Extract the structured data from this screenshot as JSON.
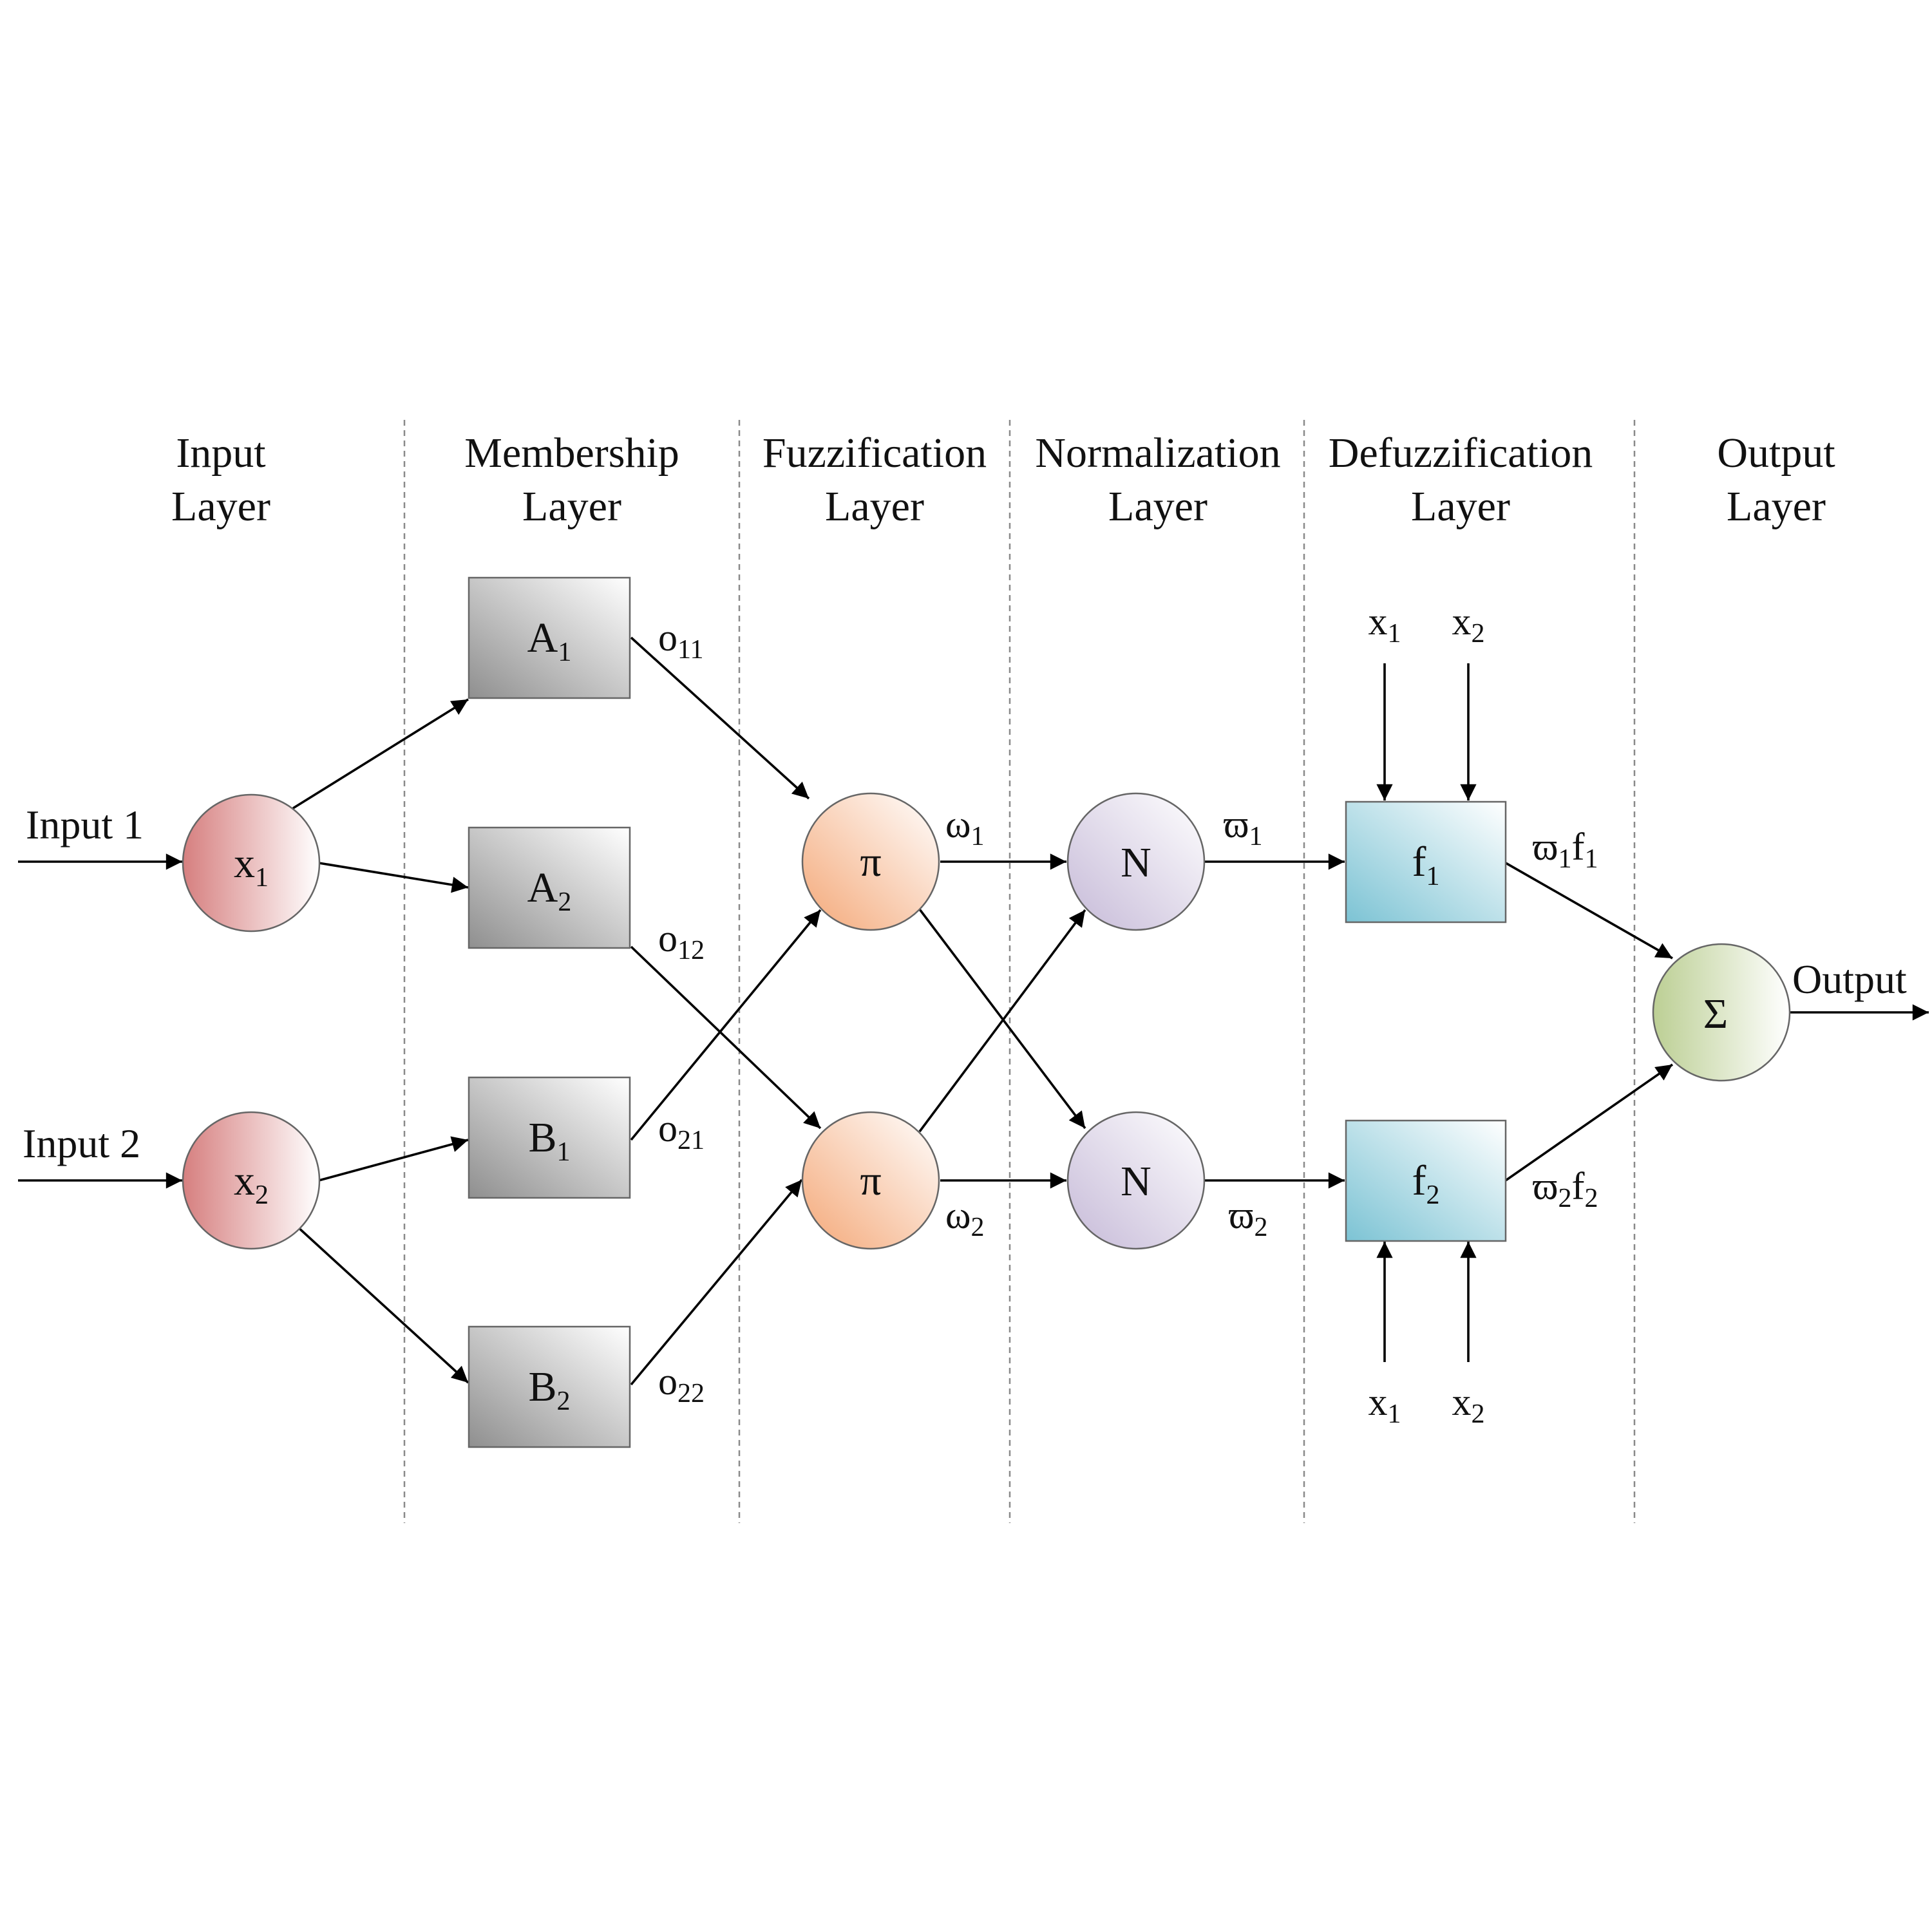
{
  "layers": [
    {
      "line1": "Input",
      "line2": "Layer"
    },
    {
      "line1": "Membership",
      "line2": "Layer"
    },
    {
      "line1": "Fuzzification",
      "line2": "Layer"
    },
    {
      "line1": "Normalization",
      "line2": "Layer"
    },
    {
      "line1": "Defuzzification",
      "line2": "Layer"
    },
    {
      "line1": "Output",
      "line2": "Layer"
    }
  ],
  "inputs": {
    "input1": "Input 1",
    "input2": "Input 2",
    "output": "Output"
  },
  "nodes": {
    "x1": {
      "base": "x",
      "sub": "1"
    },
    "x2": {
      "base": "x",
      "sub": "2"
    },
    "a1": {
      "base": "A",
      "sub": "1"
    },
    "a2": {
      "base": "A",
      "sub": "2"
    },
    "b1": {
      "base": "B",
      "sub": "1"
    },
    "b2": {
      "base": "B",
      "sub": "2"
    },
    "pi1": {
      "base": "π"
    },
    "pi2": {
      "base": "π"
    },
    "n1": {
      "base": "N"
    },
    "n2": {
      "base": "N"
    },
    "f1": {
      "base": "f",
      "sub": "1"
    },
    "f2": {
      "base": "f",
      "sub": "2"
    },
    "sigma": {
      "base": "Σ"
    }
  },
  "edge_labels": {
    "o11": {
      "base": "o",
      "sub": "11"
    },
    "o12": {
      "base": "o",
      "sub": "12"
    },
    "o21": {
      "base": "o",
      "sub": "21"
    },
    "o22": {
      "base": "o",
      "sub": "22"
    },
    "w1": {
      "base": "ω",
      "sub": "1"
    },
    "w2": {
      "base": "ω",
      "sub": "2"
    },
    "wbar1": {
      "base": "ϖ",
      "sub": "1"
    },
    "wbar2": {
      "base": "ϖ",
      "sub": "2"
    },
    "wf1": {
      "base": "ϖ",
      "sub": "1",
      "tail": "f",
      "tailsub": "1"
    },
    "wf2": {
      "base": "ϖ",
      "sub": "2",
      "tail": "f",
      "tailsub": "2"
    }
  },
  "defuzz_inputs": {
    "top_x1": {
      "base": "x",
      "sub": "1"
    },
    "top_x2": {
      "base": "x",
      "sub": "2"
    },
    "bot_x1": {
      "base": "x",
      "sub": "1"
    },
    "bot_x2": {
      "base": "x",
      "sub": "2"
    }
  },
  "colors": {
    "input_node": "#d98585",
    "membership_box": "#9a9a9a",
    "pi_node": "#f6b58c",
    "n_node": "#cfc5de",
    "defuzz_box": "#86c8d8",
    "sigma_node": "#c2d5a0"
  }
}
